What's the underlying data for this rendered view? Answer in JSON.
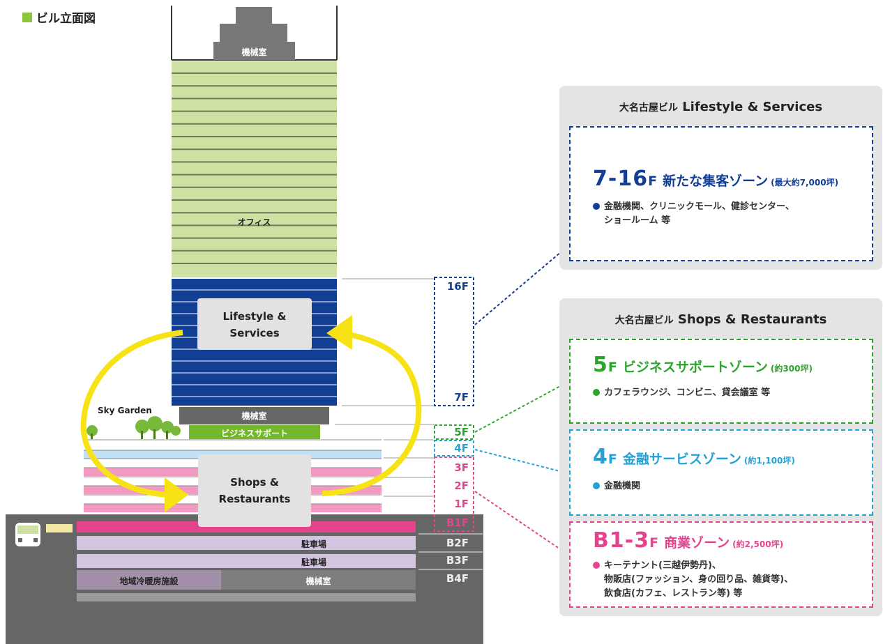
{
  "page_title": "ビル立面図",
  "building": {
    "machine_room_top": "機械室",
    "office": "オフィス",
    "machine_room_mid": "機械室",
    "business_support": "ビジネスサポート",
    "sky_garden": "Sky Garden",
    "lifestyle_box": [
      "Lifestyle &",
      "Services"
    ],
    "shops_box": [
      "Shops &",
      "Restaurants"
    ],
    "parking_b2": "駐車場",
    "parking_b3": "駐車場",
    "district_heating": "地域冷暖房施設",
    "machine_room_b4": "機械室",
    "floor_labels": {
      "f16": "16F",
      "f7": "7F",
      "f5": "5F",
      "f4": "4F",
      "f3": "3F",
      "f2": "2F",
      "f1": "1F",
      "b1": "B1F",
      "b2": "B2F",
      "b3": "B3F",
      "b4": "B4F"
    }
  },
  "colors": {
    "office": "#cfe1a2",
    "lifestyle": "#123e94",
    "business_support": "#75b72c",
    "green_zone": "#2aa52a",
    "cyan_zone": "#22a2d8",
    "pink_zone": "#e6438f",
    "parking": "#d3c4e0",
    "yellow_arrow": "#f7e315",
    "ground": "#666666"
  },
  "panel_lifestyle": {
    "title_jp": "大名古屋ビル",
    "title_en": "Lifestyle & Services",
    "zone": {
      "floors": "7-16",
      "floor_unit": "F",
      "name": "新たな集客ゾーン",
      "area": "(最大約7,000坪)",
      "lines": [
        "金融機関、クリニックモール、健診センター、",
        "ショールーム 等"
      ]
    }
  },
  "panel_shops": {
    "title_jp": "大名古屋ビル",
    "title_en": "Shops & Restaurants",
    "zones": [
      {
        "floors": "5",
        "floor_unit": "F",
        "name": "ビジネスサポートゾーン",
        "area": "(約300坪)",
        "lines": [
          "カフェラウンジ、コンビニ、貸会議室 等"
        ]
      },
      {
        "floors": "4",
        "floor_unit": "F",
        "name": "金融サービスゾーン",
        "area": "(約1,100坪)",
        "lines": [
          "金融機関"
        ]
      },
      {
        "floors": "B1-3",
        "floor_unit": "F",
        "name": "商業ゾーン",
        "area": "(約2,500坪)",
        "lines": [
          "キーテナント(三越伊勢丹)、",
          "物販店(ファッション、身の回り品、雑貨等)、",
          "飲食店(カフェ、レストラン等) 等"
        ]
      }
    ]
  }
}
